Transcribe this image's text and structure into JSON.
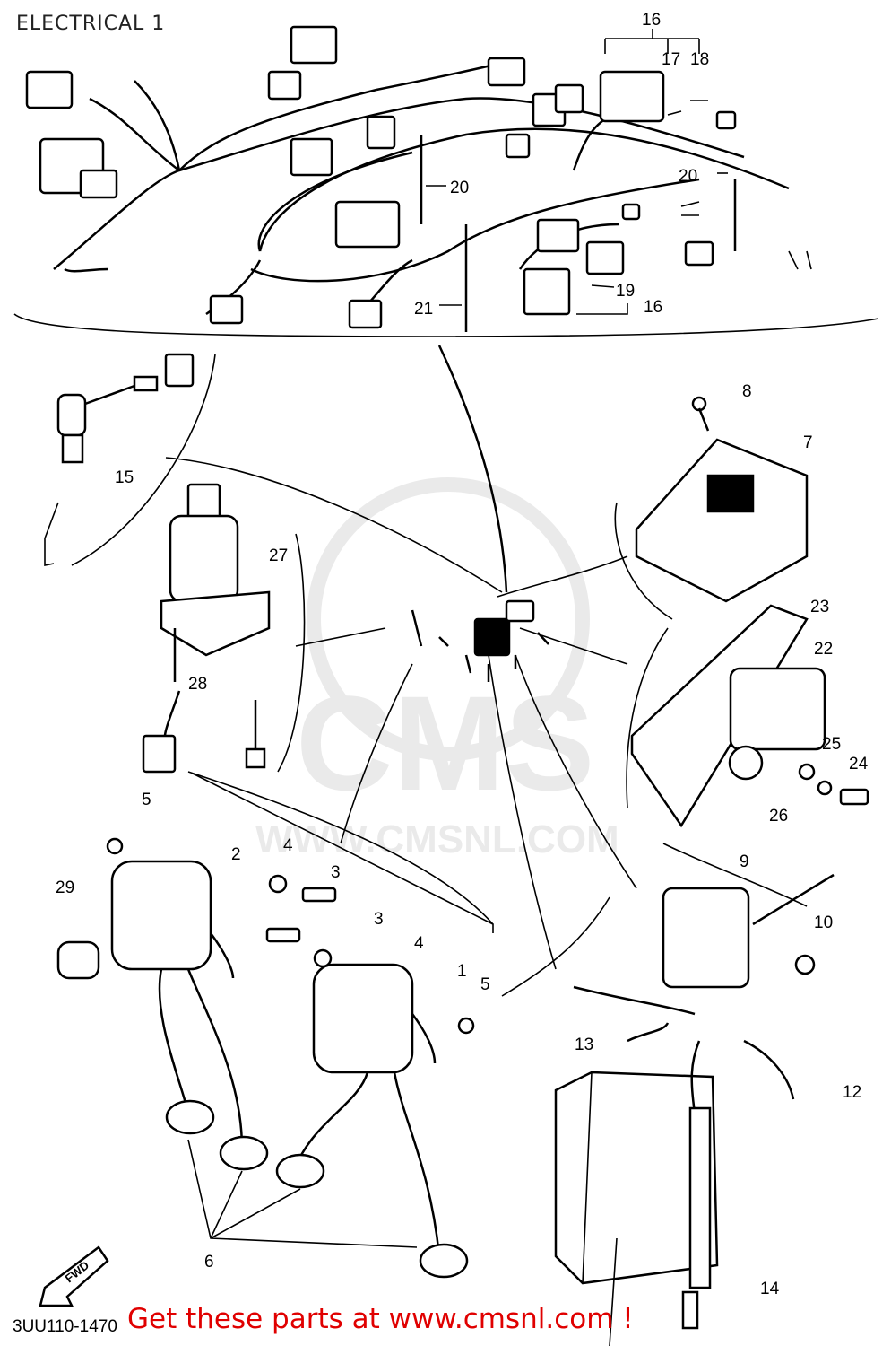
{
  "title": "ELECTRICAL 1",
  "diagram_code": "3UU110-1470",
  "promo_text": "Get these parts at www.cmsnl.com !",
  "watermark": {
    "text": "CMS",
    "url": "WWW.CMSNL.COM",
    "color": "#d9d9d9"
  },
  "fwd_label": "FWD",
  "accent_color": "#e00000",
  "callouts": {
    "c1": "1",
    "c2": "2",
    "c3a": "3",
    "c3b": "3",
    "c4a": "4",
    "c4b": "4",
    "c5a": "5",
    "c5b": "5",
    "c6": "6",
    "c7": "7",
    "c8": "8",
    "c9": "9",
    "c10": "10",
    "c12": "12",
    "c13": "13",
    "c14": "14",
    "c15": "15",
    "c16a": "16",
    "c16b": "16",
    "c17": "17",
    "c18": "18",
    "c19": "19",
    "c20a": "20",
    "c20b": "20",
    "c21": "21",
    "c22": "22",
    "c23": "23",
    "c24": "24",
    "c25": "25",
    "c26": "26",
    "c27": "27",
    "c28": "28",
    "c29": "29"
  }
}
